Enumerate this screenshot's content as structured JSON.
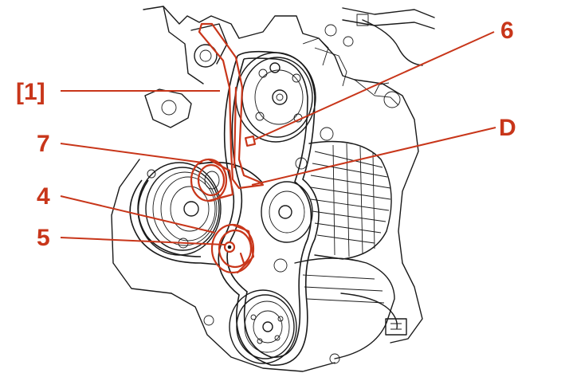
{
  "labels": {
    "tool": "[1]",
    "ref_7": "7",
    "ref_4": "4",
    "ref_5": "5",
    "ref_6": "6",
    "ref_D": "D"
  },
  "colors": {
    "accent": "#c8361a",
    "line": "#1a1a1a",
    "background": "#ffffff"
  }
}
